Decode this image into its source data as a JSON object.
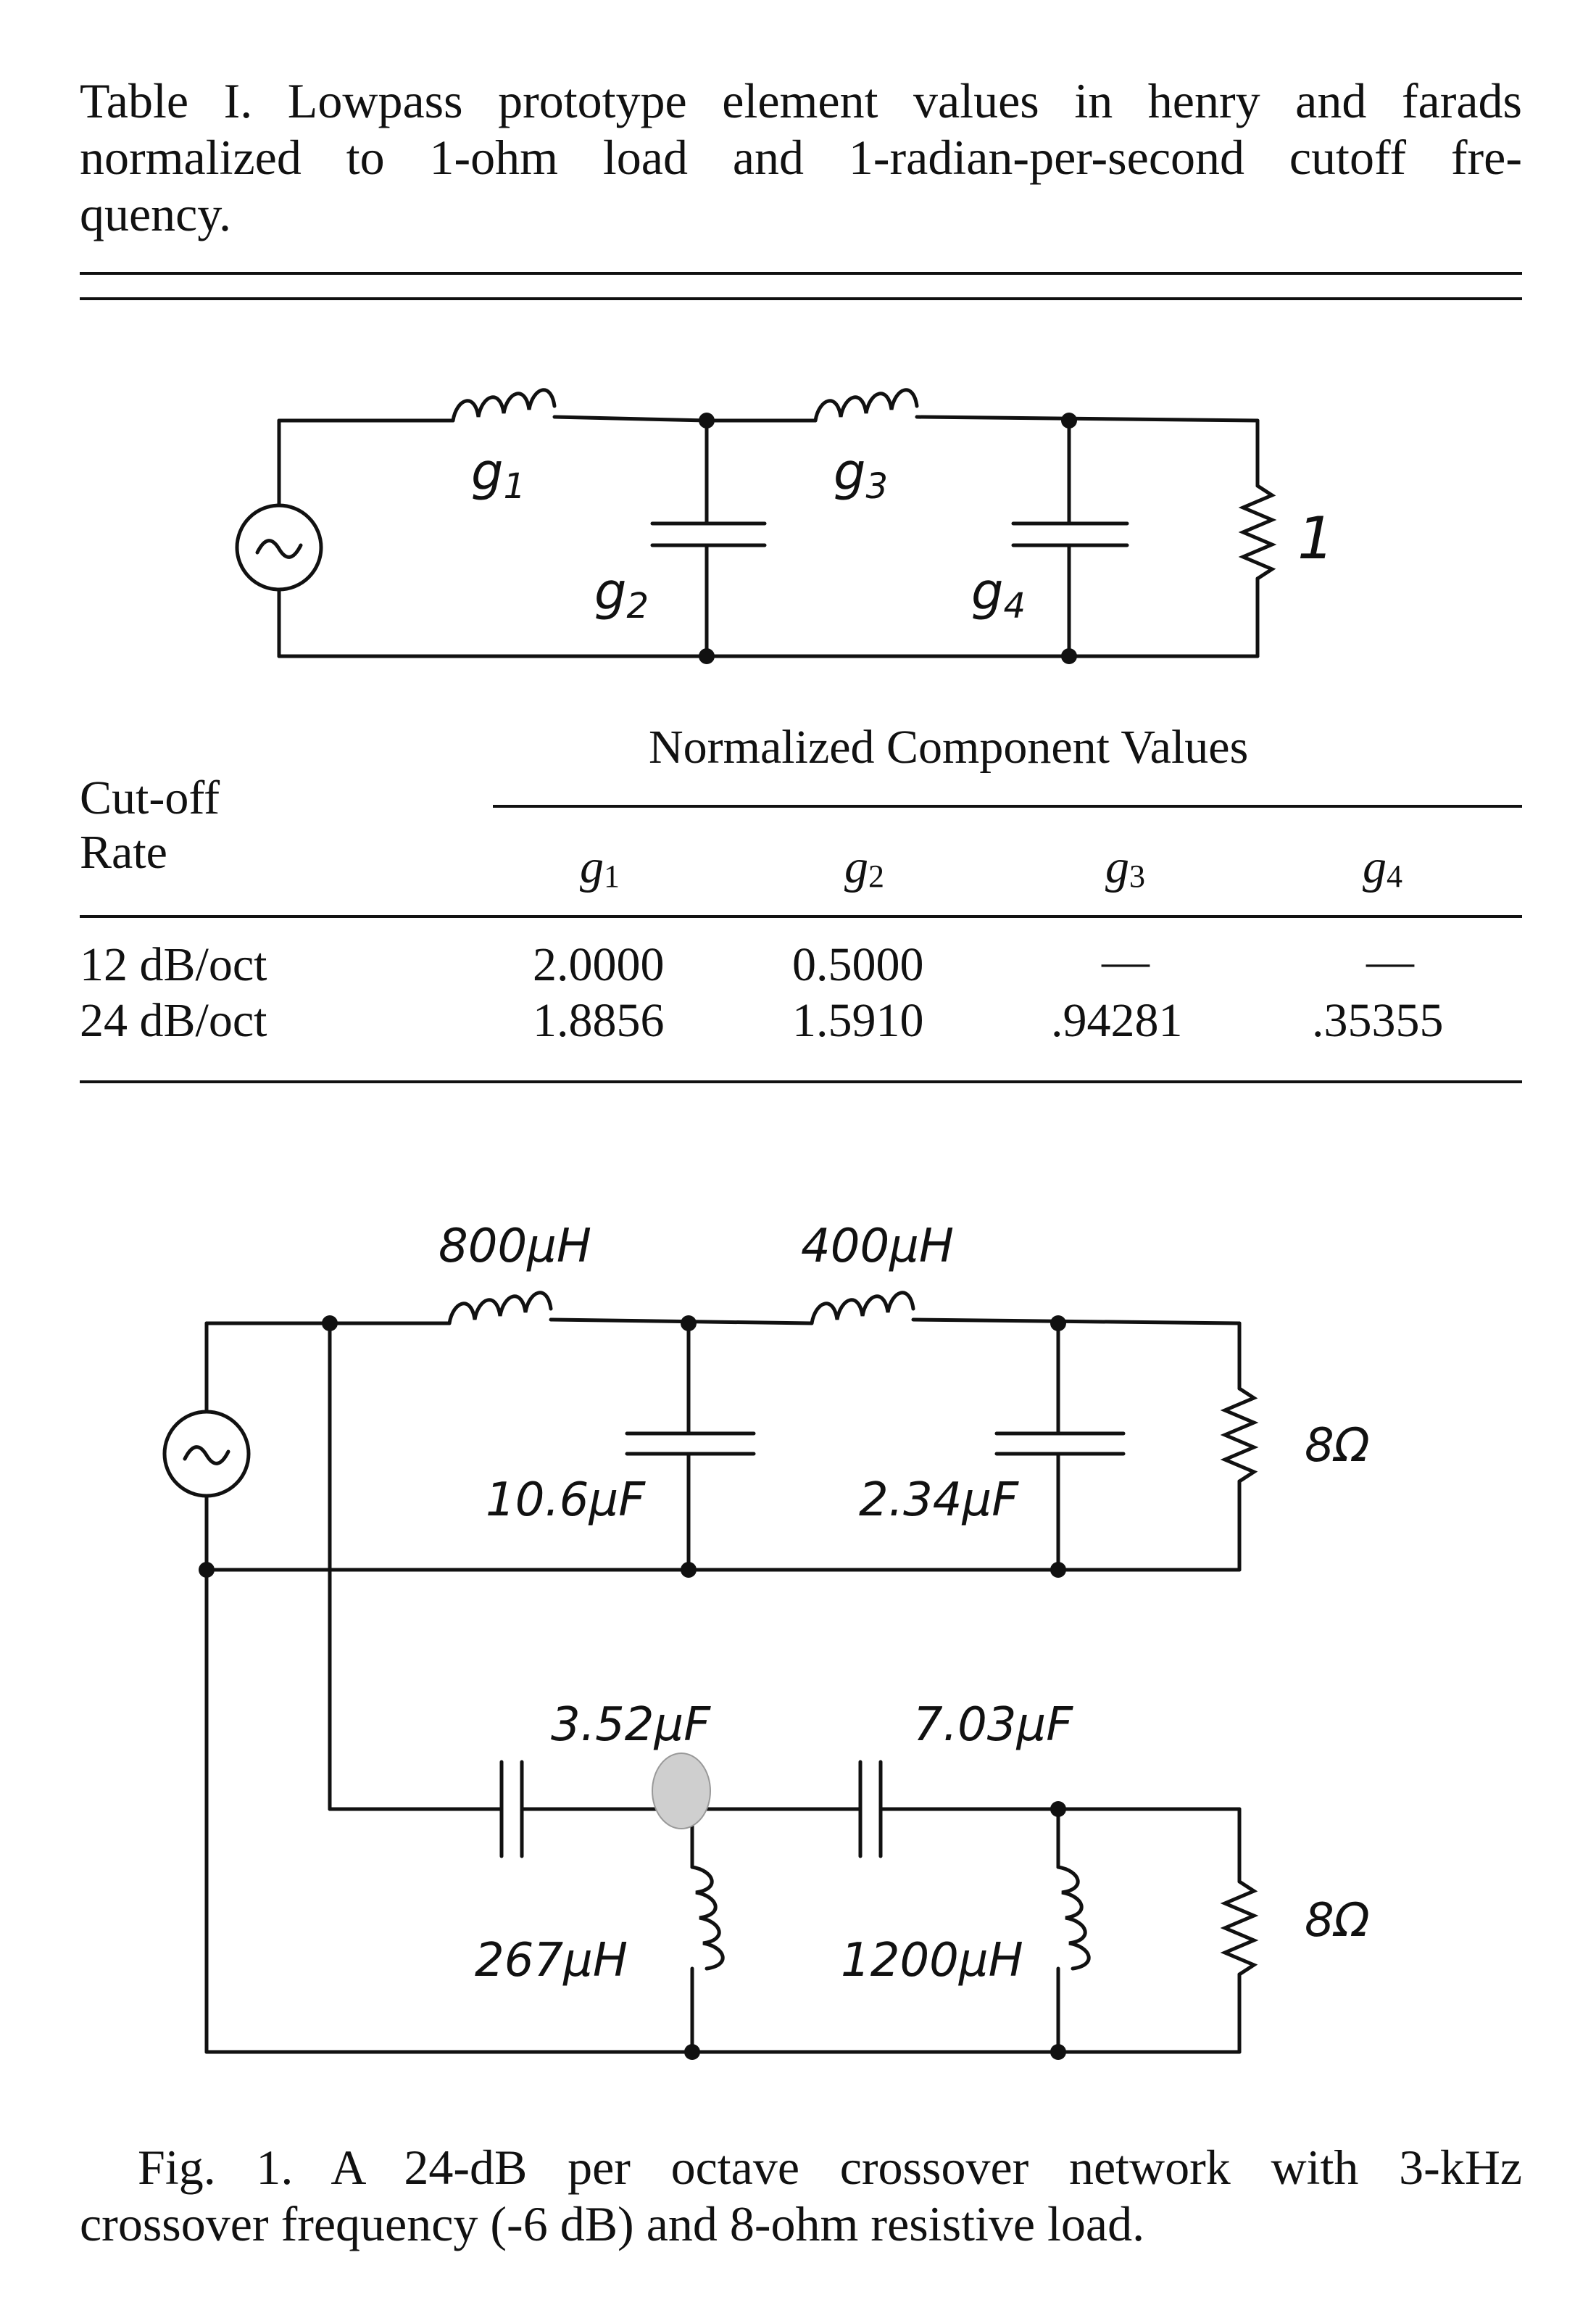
{
  "table_caption": {
    "line1": "Table I. Lowpass prototype element values in henry and farads",
    "line2": "normalized to 1-ohm load and 1-radian-per-second cutoff fre-",
    "line3": "quency."
  },
  "prototype_circuit": {
    "labels": {
      "g1": "g1",
      "g2": "g2",
      "g3": "g3",
      "g4": "g4",
      "load": "1"
    }
  },
  "table": {
    "group_header": "Normalized Component Values",
    "row_header_line1": "Cut-off",
    "row_header_line2": "Rate",
    "columns": [
      "g1",
      "g2",
      "g3",
      "g4"
    ],
    "rows": [
      {
        "rate": "12 dB/oct",
        "values": [
          "2.0000",
          "0.5000",
          "—",
          "—"
        ]
      },
      {
        "rate": "24 dB/oct",
        "values": [
          "1.8856",
          "1.5910",
          ".94281",
          ".35355"
        ]
      }
    ]
  },
  "crossover_circuit": {
    "lowpass": {
      "L1": "800μH",
      "L2": "400μH",
      "C1": "10.6μF",
      "C2": "2.34μF",
      "load": "8Ω"
    },
    "highpass": {
      "C1": "3.52μF",
      "C2": "7.03μF",
      "L1": "267μH",
      "L2": "1200μH",
      "load": "8Ω"
    }
  },
  "figure_caption": {
    "line1": "Fig. 1. A 24-dB per octave crossover network with 3-kHz",
    "line2": "crossover frequency (-6 dB) and 8-ohm resistive load."
  }
}
